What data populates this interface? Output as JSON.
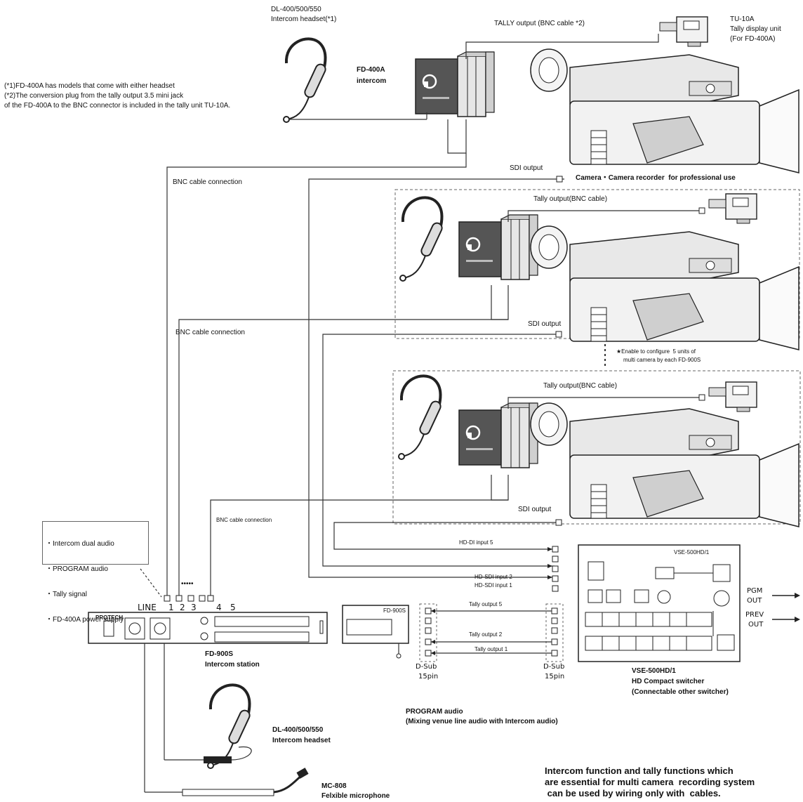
{
  "headset_top": {
    "title": "DL-400/500/550",
    "subtitle": "Intercom headset(*1)"
  },
  "intercom_top": {
    "title": "FD-400A",
    "subtitle": "intercom"
  },
  "notes": [
    "(*1)FD-400A has models that come with either headset",
    "(*2)The conversion plug from the tally output 3.5 mini jack",
    "of the FD-400A to the BNC connector is included in the tally unit TU-10A."
  ],
  "tally_output_top": "TALLY output (BNC cable *2)",
  "tally_unit": {
    "title": "TU-10A",
    "line1": "Tally display unit",
    "line2": "(For FD-400A)"
  },
  "camera_label": "Camera・Camera recorder  for professional use",
  "sdi_output": "SDI output",
  "bnc_connection": "BNC cable connection",
  "tally_output_bnc": "Tally output(BNC cable)",
  "tally_output_bnc_alt": "Tally output(BNC cable)",
  "multi_camera_note": {
    "line1": "★Enable to configure  5 units of",
    "line2": "multi camera by each FD-900S"
  },
  "station_features": [
    "・Intercom dual audio",
    "・PROGRAM audio",
    "・Tally signal",
    "・FD-400A power supply"
  ],
  "port_labels": {
    "line": "LINE",
    "ports": [
      "1",
      "2",
      "3",
      "4",
      "5"
    ],
    "dots": "•••••"
  },
  "station": {
    "title": "FD-900S",
    "subtitle": "Intercom station",
    "brand": "PROTECH",
    "model": "FD-900S"
  },
  "hd_inputs": {
    "in5": "HD-DI input 5",
    "in2": "HD-SDI input 2",
    "in1": "HD-SDI input 1"
  },
  "tally_outputs": {
    "out5": "Tally output 5",
    "out2": "Tally output 2",
    "out1": "Tally output 1"
  },
  "dsub_left": {
    "line1": "D-Sub",
    "line2": "15pin"
  },
  "dsub_right": {
    "line1": "D-Sub",
    "line2": "15pin"
  },
  "switcher": {
    "title": "VSE-500HD/1",
    "subtitle": "HD Compact switcher",
    "note": "(Connectable other switcher)",
    "panel_title": "VSE-500HD/1"
  },
  "pgm_out": {
    "line1": "PGM",
    "line2": "OUT"
  },
  "prev_out": {
    "line1": "PREV",
    "line2": "OUT"
  },
  "program_audio": {
    "title": "PROGRAM audio",
    "subtitle": "(Mixing venue line audio with Intercom audio)"
  },
  "headset_bottom": {
    "title": "DL-400/500/550",
    "subtitle": "Intercom headset"
  },
  "microphone": {
    "title": "MC-808",
    "subtitle": "Felxible microphone"
  },
  "summary": [
    "Intercom function and tally functions which",
    "are essential for multi camera  recording system",
    " can be used by wiring only with  cables."
  ]
}
